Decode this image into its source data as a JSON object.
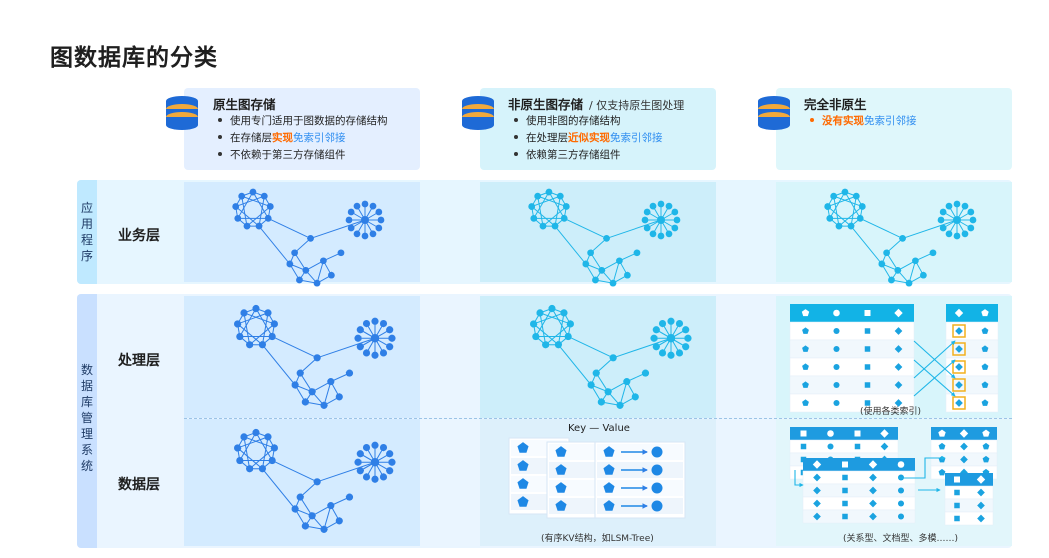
{
  "page_title": "图数据库的分类",
  "columns": [
    {
      "title": "原生图存储",
      "note": "",
      "bullets": [
        {
          "pre": "使用专门适用于图数据的存储结构",
          "hl": "",
          "blue": "",
          "post": ""
        },
        {
          "pre": "在存储层",
          "hl": "实现",
          "blue": "免索引邻接",
          "post": ""
        },
        {
          "pre": "不依赖于第三方存储组件",
          "hl": "",
          "blue": "",
          "post": ""
        }
      ]
    },
    {
      "title": "非原生图存储",
      "note": "/ 仅支持原生图处理",
      "bullets": [
        {
          "pre": "使用非图的存储结构",
          "hl": "",
          "blue": "",
          "post": ""
        },
        {
          "pre": "在处理层",
          "hl": "近似实现",
          "blue": "免索引邻接",
          "post": ""
        },
        {
          "pre": "依赖第三方存储组件",
          "hl": "",
          "blue": "",
          "post": ""
        }
      ]
    },
    {
      "title": "完全非原生",
      "note": "",
      "bullets": [
        {
          "pre": "",
          "hl": "没有实现",
          "blue": "免索引邻接",
          "post": ""
        }
      ]
    }
  ],
  "side_labels": {
    "app": [
      "应",
      "用",
      "程",
      "序"
    ],
    "dbms": [
      "数",
      "据",
      "库",
      "管",
      "理",
      "系",
      "统"
    ]
  },
  "row_labels": {
    "business": "业务层",
    "processing": "处理层",
    "data": "数据层"
  },
  "captions": {
    "kv_title": "Key — Value",
    "kv_caption": "(有序KV结构，如LSM-Tree)",
    "index_caption": "(使用各类索引)",
    "multi_caption": "(关系型、文档型、多模……)"
  },
  "colors": {
    "graph_native": "#2f7fe6",
    "graph_light": "#1fb6e8",
    "orange": "#ff6a00",
    "teal_header": "#12b3e6",
    "side_label_bg": "#cfe6ff"
  },
  "icons": {
    "database": "database-stack-icon",
    "arrow": "right-arrow-icon"
  }
}
